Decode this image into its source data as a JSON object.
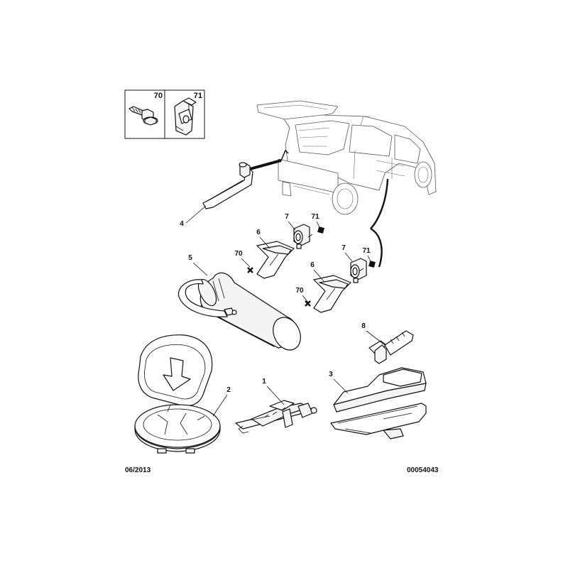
{
  "legend": {
    "boxes": [
      {
        "ref": "70",
        "part": "bolt-with-nut"
      },
      {
        "ref": "71",
        "part": "clip-nut"
      }
    ]
  },
  "callouts": {
    "wrench": "4",
    "clamp_upper_bracket": "6",
    "clamp_upper_bush": "7",
    "clamp_upper_clip": "71",
    "clamp_upper_bolt": "70",
    "clamp_lower_bracket": "6",
    "clamp_lower_bush": "7",
    "clamp_lower_clip": "71",
    "clamp_lower_bolt": "70",
    "bottle": "5",
    "adapter": "8",
    "spare_wheel_well": "2",
    "jack": "1",
    "tool_tray": "3"
  },
  "footer": {
    "date": "06/2013",
    "reference": "00054043"
  }
}
